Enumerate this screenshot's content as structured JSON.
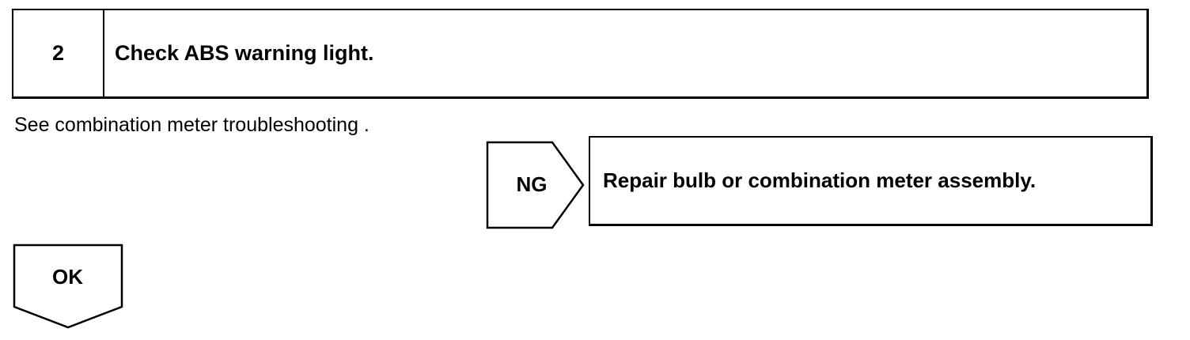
{
  "step": {
    "number": "2",
    "title": "Check ABS warning light."
  },
  "instruction": "See combination meter troubleshooting .",
  "ng_branch": {
    "label": "NG",
    "action": "Repair bulb or combination meter assembly."
  },
  "ok_branch": {
    "label": "OK"
  },
  "colors": {
    "line": "#000000",
    "background": "#ffffff"
  }
}
